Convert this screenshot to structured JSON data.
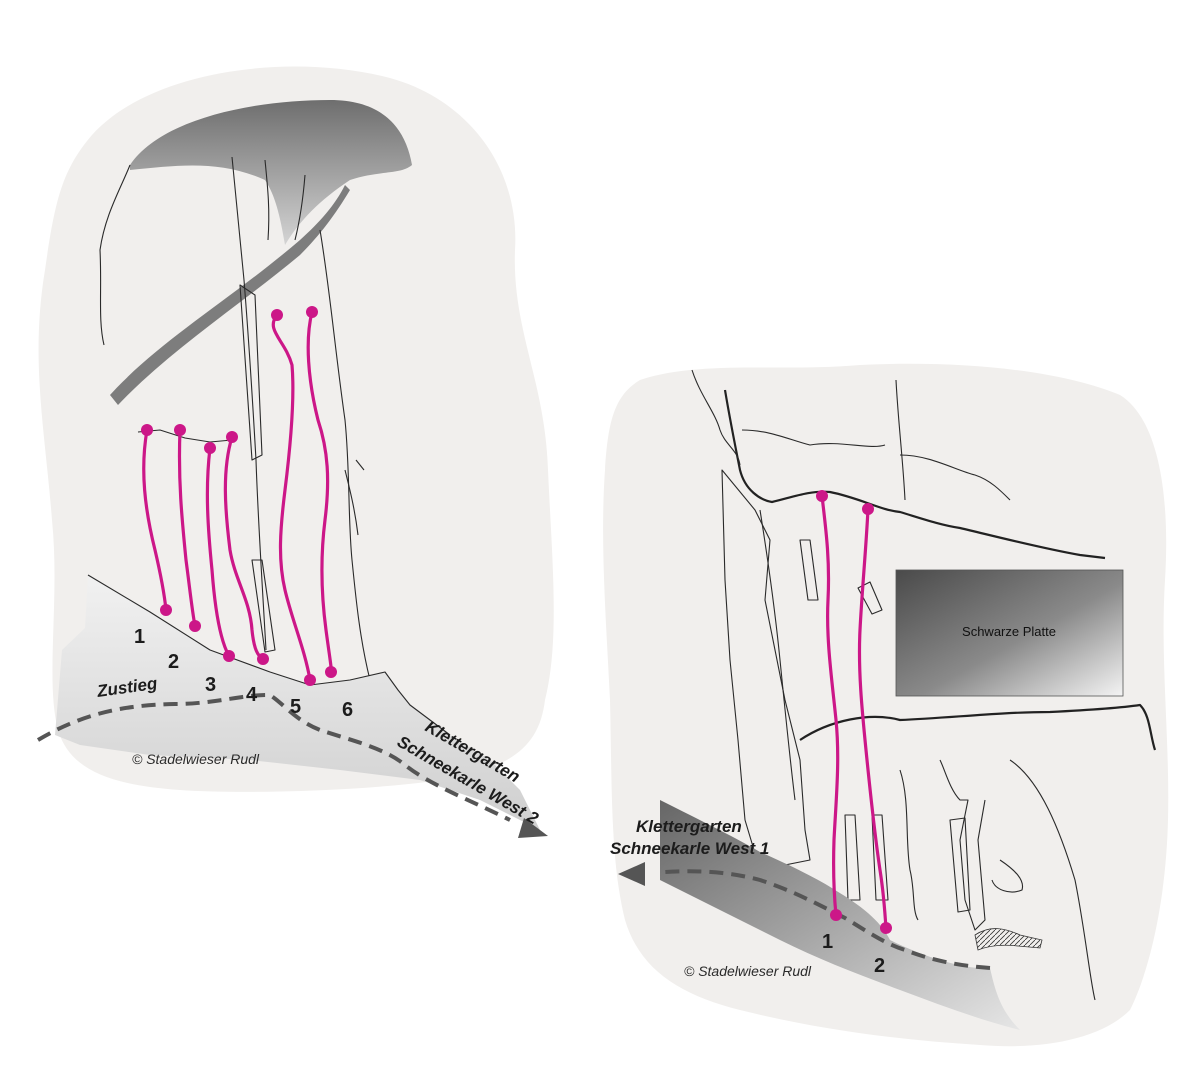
{
  "colors": {
    "route": "#cc1788",
    "approach": "#555555",
    "rock_face": "#f1efed",
    "shadow": "#8f8f8f"
  },
  "left_topo": {
    "route_numbers": [
      "1",
      "2",
      "3",
      "4",
      "5",
      "6"
    ],
    "approach_label": "Zustieg",
    "direction_label_line1": "Klettergarten",
    "direction_label_line2": "Schneekarle West 2",
    "copyright": "© Stadelwieser Rudl"
  },
  "right_topo": {
    "route_numbers": [
      "1",
      "2"
    ],
    "plate_label": "Schwarze Platte",
    "direction_label_line1": "Klettergarten",
    "direction_label_line2": "Schneekarle West 1",
    "copyright": "© Stadelwieser Rudl"
  }
}
